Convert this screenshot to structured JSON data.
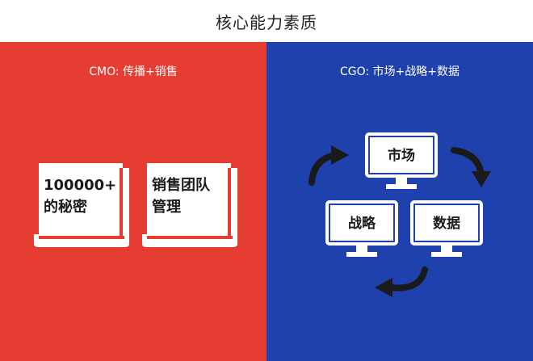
{
  "header": {
    "title": "核心能力素质"
  },
  "left_panel": {
    "title": "CMO: 传播+销售",
    "color": "#e63d33",
    "books": [
      {
        "text": "100000+\n的秘密"
      },
      {
        "text": "销售团队\n管理"
      }
    ]
  },
  "right_panel": {
    "title": "CGO: 市场+战略+数据",
    "color": "#1f41ad",
    "monitors": {
      "market": "市场",
      "strategy": "战略",
      "data": "数据"
    }
  }
}
